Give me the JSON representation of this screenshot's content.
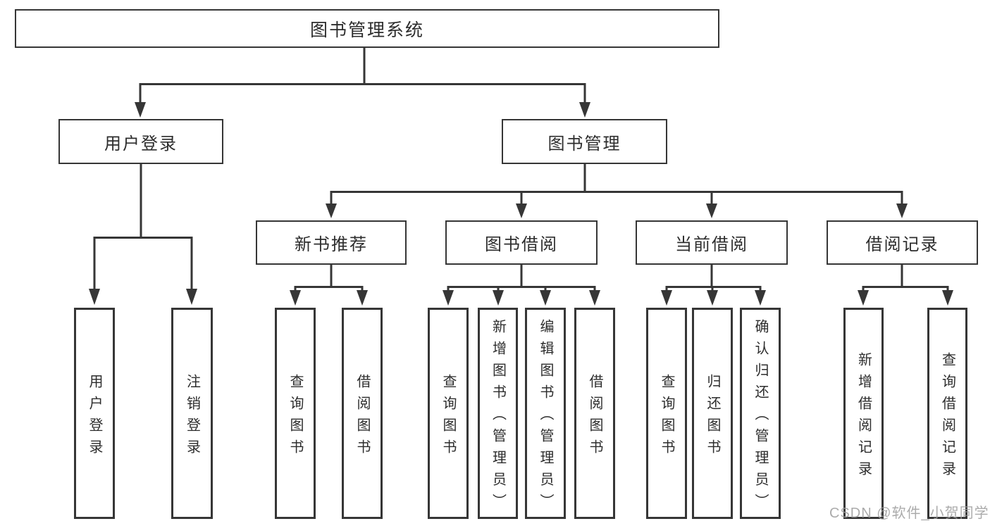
{
  "root": {
    "label": "图书管理系统"
  },
  "branches": [
    {
      "label": "用户登录",
      "children": [
        {
          "label": "用户登录"
        },
        {
          "label": "注销登录"
        }
      ]
    },
    {
      "label": "图书管理",
      "children": [
        {
          "label": "新书推荐",
          "children": [
            {
              "label": "查询图书"
            },
            {
              "label": "借阅图书"
            }
          ]
        },
        {
          "label": "图书借阅",
          "children": [
            {
              "label": "查询图书"
            },
            {
              "label": "新增图书（管理员）"
            },
            {
              "label": "编辑图书（管理员）"
            },
            {
              "label": "借阅图书"
            }
          ]
        },
        {
          "label": "当前借阅",
          "children": [
            {
              "label": "查询图书"
            },
            {
              "label": "归还图书"
            },
            {
              "label": "确认归还（管理员）"
            }
          ]
        },
        {
          "label": "借阅记录",
          "children": [
            {
              "label": "新增借阅记录"
            },
            {
              "label": "查询借阅记录"
            }
          ]
        }
      ]
    }
  ],
  "watermark": {
    "text": "CSDN @软件_小贺同学"
  },
  "colors": {
    "line": "#363636",
    "text": "#2d2d2d",
    "watermark": "#9d9d9d",
    "background": "#ffffff"
  }
}
